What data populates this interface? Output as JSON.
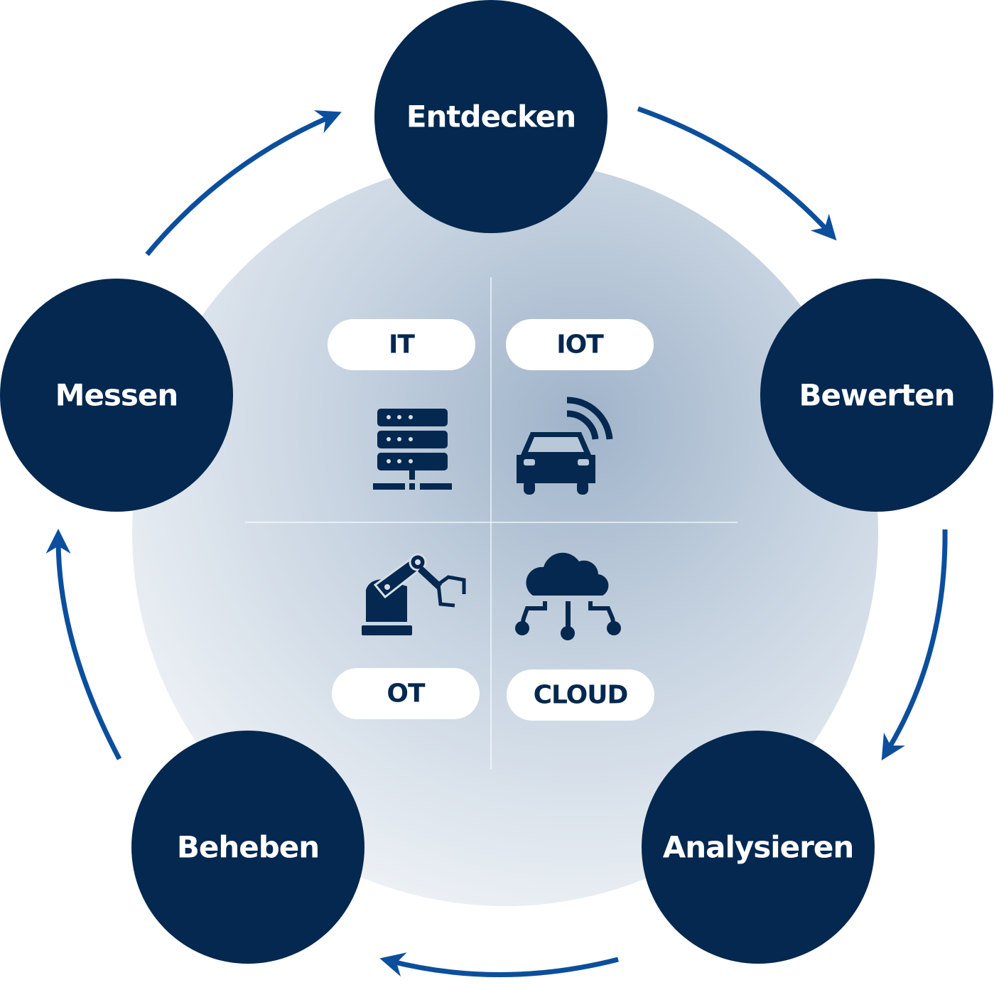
{
  "cycle": {
    "steps": [
      {
        "label": "Entdecken"
      },
      {
        "label": "Bewerten"
      },
      {
        "label": "Analysieren"
      },
      {
        "label": "Beheben"
      },
      {
        "label": "Messen"
      }
    ]
  },
  "quadrants": {
    "it": {
      "label": "IT",
      "icon": "server-icon"
    },
    "iot": {
      "label": "IOT",
      "icon": "connected-car-icon"
    },
    "ot": {
      "label": "OT",
      "icon": "robot-arm-icon"
    },
    "cloud": {
      "label": "CLOUD",
      "icon": "cloud-network-icon"
    }
  },
  "colors": {
    "node": "#04284f",
    "arrow": "#0b4f9c",
    "pill": "#ffffff"
  }
}
